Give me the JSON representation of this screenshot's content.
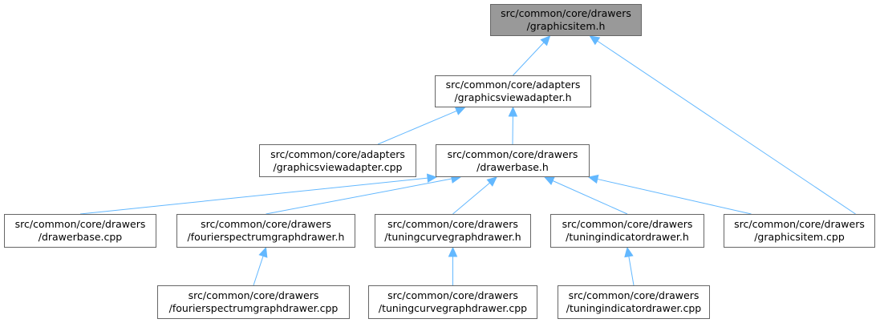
{
  "graph": {
    "nodes": {
      "graphicsitem_h": {
        "line1": "src/common/core/drawers",
        "line2": "/graphicsitem.h"
      },
      "graphicsviewadapter_h": {
        "line1": "src/common/core/adapters",
        "line2": "/graphicsviewadapter.h"
      },
      "graphicsviewadapter_cpp": {
        "line1": "src/common/core/adapters",
        "line2": "/graphicsviewadapter.cpp"
      },
      "drawerbase_h": {
        "line1": "src/common/core/drawers",
        "line2": "/drawerbase.h"
      },
      "drawerbase_cpp": {
        "line1": "src/common/core/drawers",
        "line2": "/drawerbase.cpp"
      },
      "fourierspectrumgraphdrawer_h": {
        "line1": "src/common/core/drawers",
        "line2": "/fourierspectrumgraphdrawer.h"
      },
      "tuningcurvegraphdrawer_h": {
        "line1": "src/common/core/drawers",
        "line2": "/tuningcurvegraphdrawer.h"
      },
      "tuningindicatordrawer_h": {
        "line1": "src/common/core/drawers",
        "line2": "/tuningindicatordrawer.h"
      },
      "graphicsitem_cpp": {
        "line1": "src/common/core/drawers",
        "line2": "/graphicsitem.cpp"
      },
      "fourierspectrumgraphdrawer_cpp": {
        "line1": "src/common/core/drawers",
        "line2": "/fourierspectrumgraphdrawer.cpp"
      },
      "tuningcurvegraphdrawer_cpp": {
        "line1": "src/common/core/drawers",
        "line2": "/tuningcurvegraphdrawer.cpp"
      },
      "tuningindicatordrawer_cpp": {
        "line1": "src/common/core/drawers",
        "line2": "/tuningindicatordrawer.cpp"
      }
    },
    "edges": [
      {
        "from": "graphicsviewadapter_h",
        "to": "graphicsitem_h"
      },
      {
        "from": "graphicsitem_cpp",
        "to": "graphicsitem_h"
      },
      {
        "from": "graphicsviewadapter_cpp",
        "to": "graphicsviewadapter_h"
      },
      {
        "from": "drawerbase_h",
        "to": "graphicsviewadapter_h"
      },
      {
        "from": "drawerbase_cpp",
        "to": "drawerbase_h"
      },
      {
        "from": "fourierspectrumgraphdrawer_h",
        "to": "drawerbase_h"
      },
      {
        "from": "tuningcurvegraphdrawer_h",
        "to": "drawerbase_h"
      },
      {
        "from": "tuningindicatordrawer_h",
        "to": "drawerbase_h"
      },
      {
        "from": "graphicsitem_cpp",
        "to": "drawerbase_h"
      },
      {
        "from": "fourierspectrumgraphdrawer_cpp",
        "to": "fourierspectrumgraphdrawer_h"
      },
      {
        "from": "tuningcurvegraphdrawer_cpp",
        "to": "tuningcurvegraphdrawer_h"
      },
      {
        "from": "tuningindicatordrawer_cpp",
        "to": "tuningindicatordrawer_h"
      }
    ],
    "colors": {
      "edge": "#63b8ff",
      "root_fill": "#999999",
      "node_border": "#666666"
    }
  }
}
